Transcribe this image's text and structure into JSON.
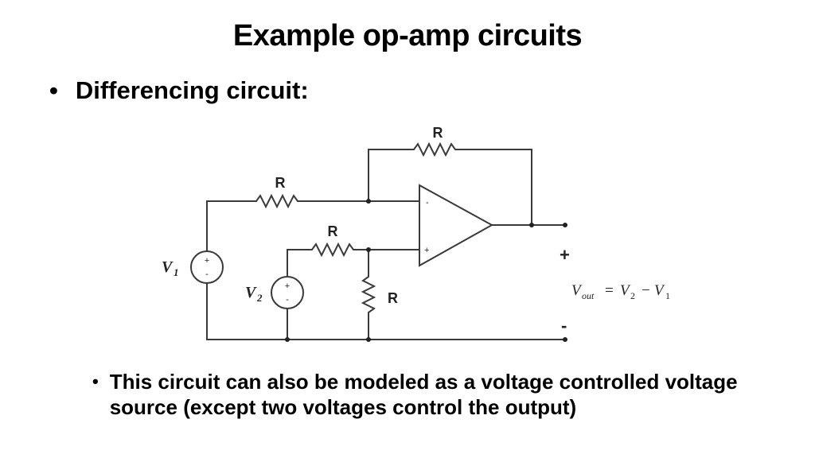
{
  "slide": {
    "title": "Example op-amp circuits",
    "bullet_main": "Differencing circuit:",
    "bullet_sub": "This circuit can also be modeled as a voltage controlled voltage source (except two voltages control the output)",
    "bullet_char": "•"
  },
  "circuit": {
    "resistor_label": "R",
    "source1_label": "V",
    "source1_sub": "1",
    "source2_label": "V",
    "source2_sub": "2",
    "source_plus": "+",
    "source_minus": "-",
    "opamp_inverting": "-",
    "opamp_noninverting": "+",
    "output_plus": "+",
    "output_minus": "-",
    "equation": {
      "lhs_var": "V",
      "lhs_sub": "out",
      "equals": "=",
      "term1_var": "V",
      "term1_sub": "2",
      "minus": "−",
      "term2_var": "V",
      "term2_sub": "1"
    }
  }
}
